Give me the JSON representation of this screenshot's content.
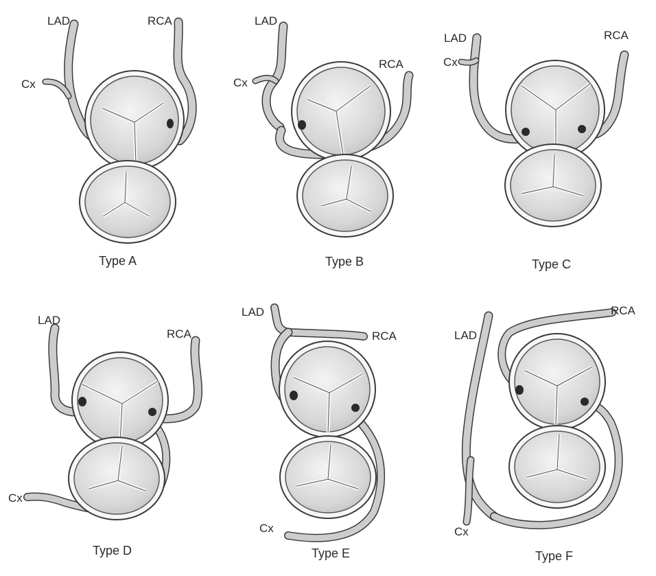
{
  "colors": {
    "outline": "#3a3a3a",
    "vessel_fill": "#c8c8c8",
    "valve_fill": "#d9d9d9",
    "valve_light": "#f2f2f2",
    "ostium": "#2a2a2a",
    "background": "#ffffff"
  },
  "panels": [
    {
      "caption": "Type A",
      "labels": {
        "lad": "LAD",
        "rca": "RCA",
        "cx": "Cx"
      }
    },
    {
      "caption": "Type B",
      "labels": {
        "lad": "LAD",
        "rca": "RCA",
        "cx": "Cx"
      }
    },
    {
      "caption": "Type C",
      "labels": {
        "lad": "LAD",
        "rca": "RCA",
        "cx": "Cx"
      }
    },
    {
      "caption": "Type D",
      "labels": {
        "lad": "LAD",
        "rca": "RCA",
        "cx": "Cx"
      }
    },
    {
      "caption": "Type E",
      "labels": {
        "lad": "LAD",
        "rca": "RCA",
        "cx": "Cx"
      }
    },
    {
      "caption": "Type F",
      "labels": {
        "lad": "LAD",
        "rca": "RCA",
        "cx": "Cx"
      }
    }
  ]
}
